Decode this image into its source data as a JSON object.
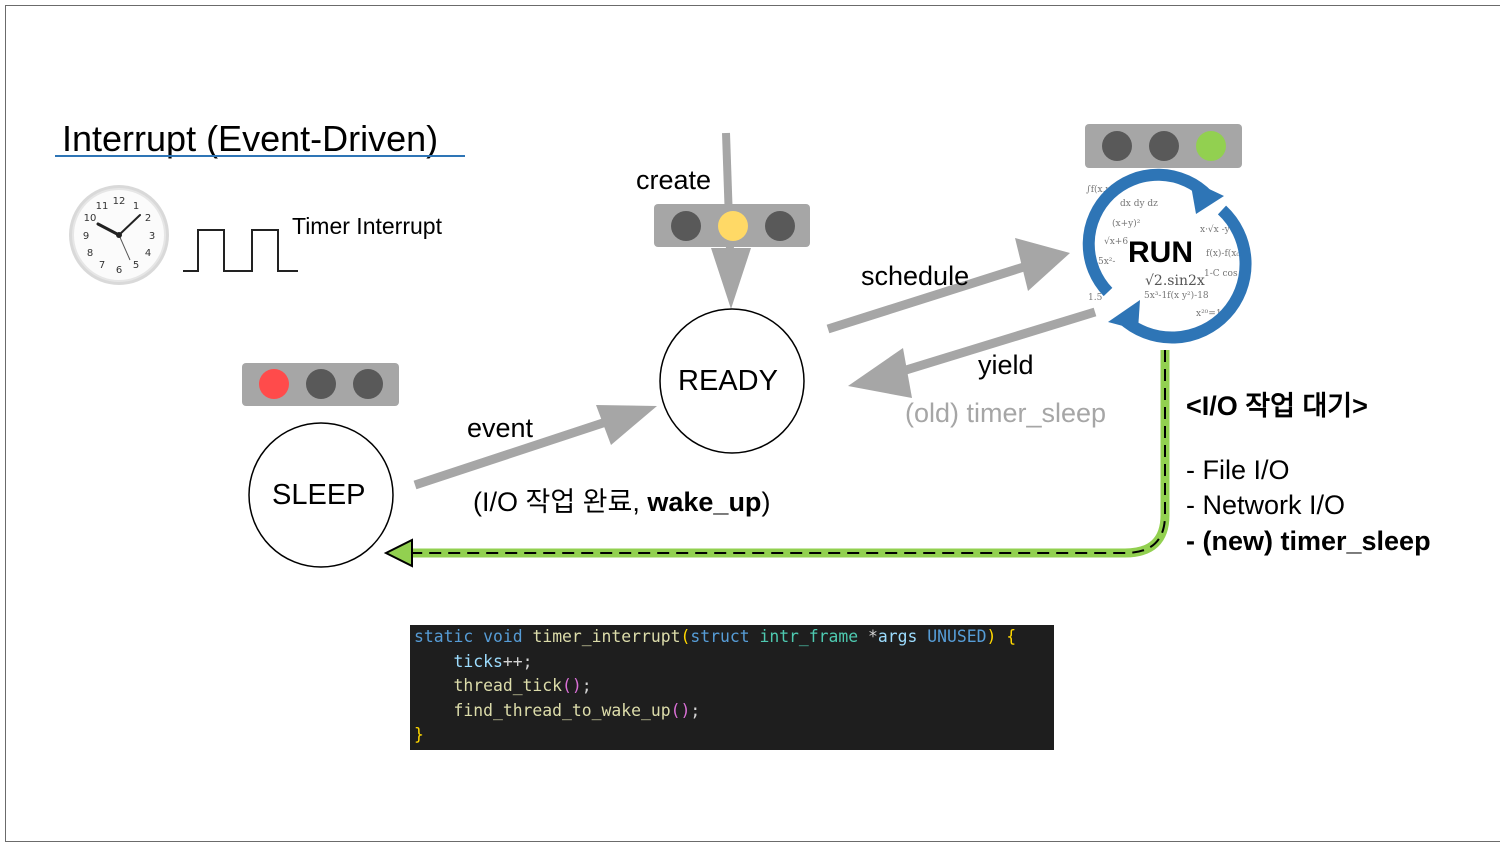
{
  "title": "Interrupt (Event-Driven)",
  "timer_label": "Timer Interrupt",
  "states": {
    "sleep": "SLEEP",
    "ready": "READY",
    "run": "RUN"
  },
  "edges": {
    "create": "create",
    "schedule": "schedule",
    "yield": "yield",
    "old_timer_sleep": "(old) timer_sleep",
    "event": "event",
    "event_detail_prefix": "(I/O 작업 완료, ",
    "event_detail_bold": "wake_up",
    "event_detail_suffix": ")"
  },
  "io_wait": {
    "title": "<I/O 작업 대기>",
    "items": [
      "- File I/O",
      "- Network I/O"
    ],
    "new_item": "- (new) timer_sleep"
  },
  "code": {
    "line1": {
      "static": "static",
      "void": "void",
      "fn": "timer_interrupt",
      "open": "(",
      "struct": "struct",
      "type": "intr_frame",
      "star": " *",
      "arg": "args",
      "unused": "UNUSED",
      "close": ")",
      "brace": "{"
    },
    "line2": {
      "var": "ticks",
      "rest": "++;"
    },
    "line3": {
      "fn": "thread_tick",
      "parens": "()",
      "semi": ";"
    },
    "line4": {
      "fn": "find_thread_to_wake_up",
      "parens": "()",
      "semi": ";"
    },
    "line5": {
      "brace": "}"
    }
  },
  "colors": {
    "light_off": "#595959",
    "light_red": "#ff4b4b",
    "light_yellow": "#ffd966",
    "light_green": "#92d050",
    "light_housing": "#a6a6a6",
    "arrow_gray": "#a6a6a6",
    "arrow_green": "#92d050",
    "run_ring": "#2e75b6",
    "code_bg": "#1e1e1e"
  },
  "icons": [
    "clock-icon",
    "square-wave-icon",
    "math-formulas-icon",
    "cycle-arrows-icon"
  ]
}
